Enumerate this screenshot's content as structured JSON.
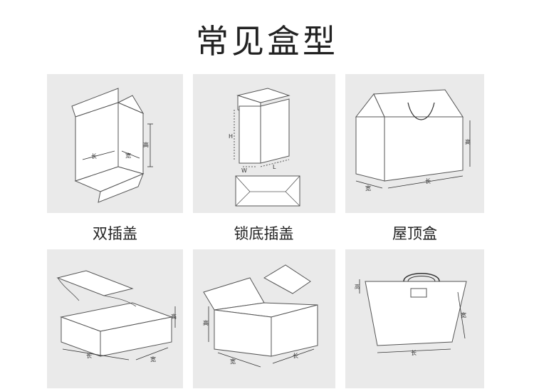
{
  "title": "常见盒型",
  "boxes": [
    {
      "name": "双插盖",
      "labels": {
        "length": "长",
        "width": "宽",
        "height": "高"
      }
    },
    {
      "name": "锁底插盖",
      "labels": {
        "length": "L",
        "width": "W",
        "height": "H"
      }
    },
    {
      "name": "屋顶盒",
      "labels": {
        "length": "长",
        "width": "宽",
        "height": "高"
      }
    },
    {
      "labels": {
        "length": "长",
        "width": "宽",
        "height": "高"
      }
    },
    {
      "labels": {
        "length": "长",
        "width": "宽",
        "height": "高"
      }
    },
    {
      "labels": {
        "length": "长",
        "width": "宽",
        "height": "高"
      }
    }
  ]
}
